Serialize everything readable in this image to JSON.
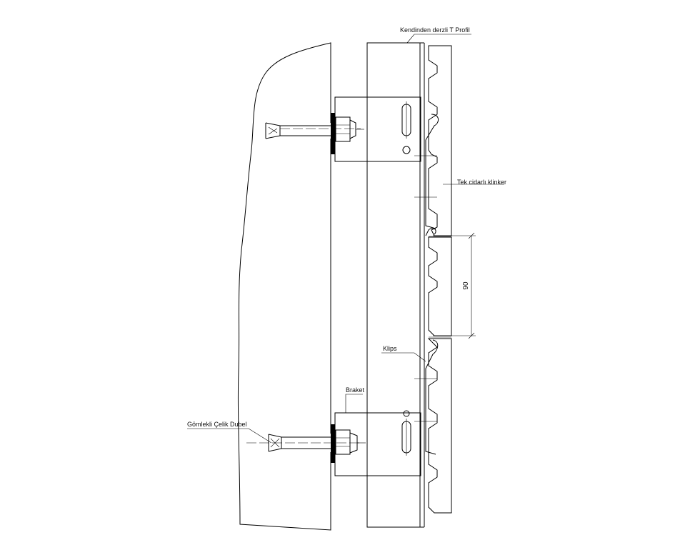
{
  "labels": {
    "t_profile": "Kendinden derzli T Profil",
    "clinker": "Tek cidarlı klinker",
    "clip": "Klips",
    "bracket": "Braket",
    "dowel": "Gömlekli Çelik Dubel",
    "dimension": "90"
  },
  "colors": {
    "line": "#000000",
    "hatch": "#333333",
    "stipple": "#555555"
  }
}
